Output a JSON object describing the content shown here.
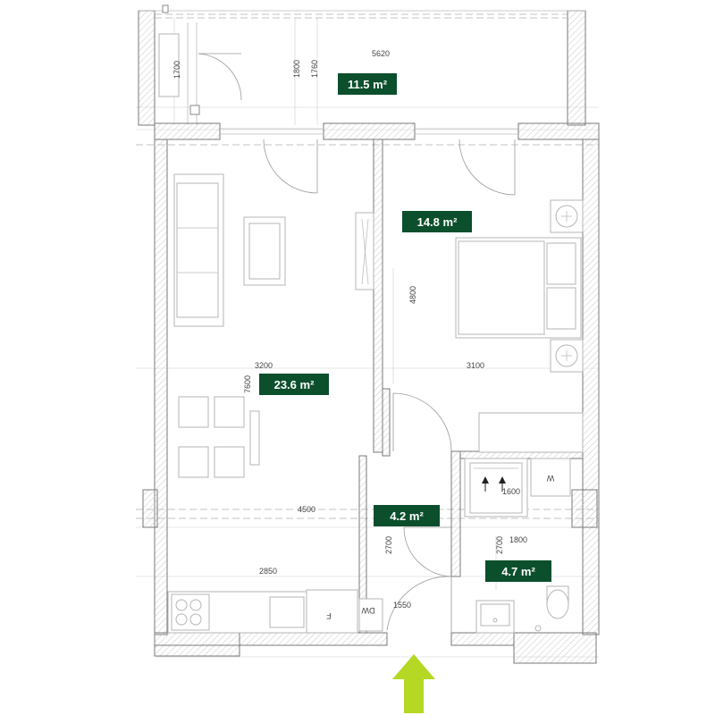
{
  "rooms": {
    "balcony": {
      "area": "11.5 m²",
      "width": "5620",
      "depth_a": "1800",
      "depth_b": "1760",
      "depth_c": "1700"
    },
    "bedroom": {
      "area": "14.8 m²",
      "width": "3100",
      "depth": "4800"
    },
    "living": {
      "area": "23.6 m²",
      "width": "3200",
      "depth": "7600",
      "total_width": "4500",
      "kitchen_width": "2850"
    },
    "hall": {
      "area": "4.2 m²",
      "width": "1550",
      "depth": "2700"
    },
    "bathroom": {
      "area": "4.7 m²",
      "width": "1800",
      "depth": "2700",
      "depth_b": "1600"
    }
  },
  "appliances": {
    "fridge": "F",
    "dishwasher": "DW",
    "washer": "W"
  },
  "colors": {
    "badge": "#0b4f2c",
    "arrow": "#b4d823",
    "wall_line": "#8a8a8a"
  },
  "entrance": {
    "icon": "entrance-arrow-icon"
  }
}
